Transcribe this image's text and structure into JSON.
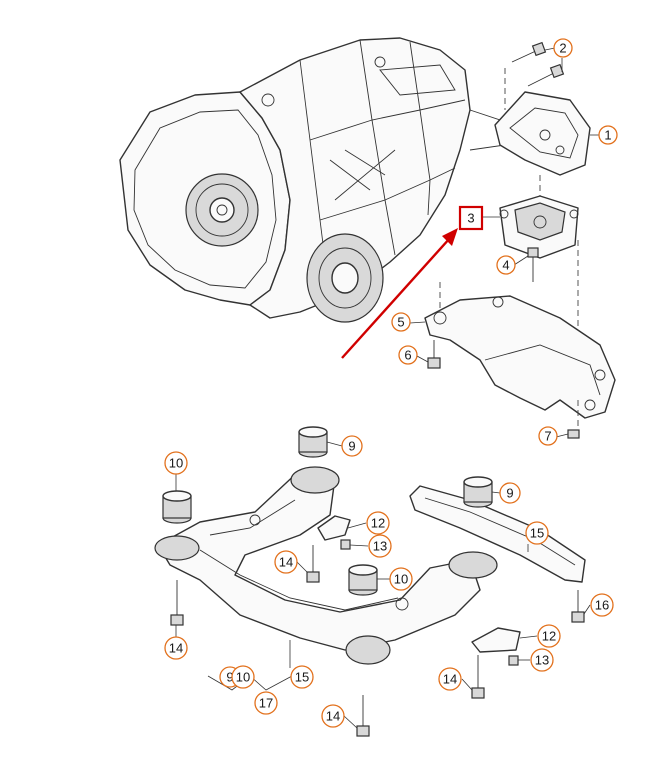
{
  "diagram": {
    "callouts": [
      {
        "id": "c1",
        "label": "1"
      },
      {
        "id": "c2",
        "label": "2"
      },
      {
        "id": "c3",
        "label": "3"
      },
      {
        "id": "c4",
        "label": "4"
      },
      {
        "id": "c5",
        "label": "5"
      },
      {
        "id": "c6",
        "label": "6"
      },
      {
        "id": "c7",
        "label": "7"
      },
      {
        "id": "c9a",
        "label": "9"
      },
      {
        "id": "c9b",
        "label": "9"
      },
      {
        "id": "c9c",
        "label": "9"
      },
      {
        "id": "c10a",
        "label": "10"
      },
      {
        "id": "c10b",
        "label": "10"
      },
      {
        "id": "c10c",
        "label": "10"
      },
      {
        "id": "c12a",
        "label": "12"
      },
      {
        "id": "c12b",
        "label": "12"
      },
      {
        "id": "c13a",
        "label": "13"
      },
      {
        "id": "c13b",
        "label": "13"
      },
      {
        "id": "c14a",
        "label": "14"
      },
      {
        "id": "c14b",
        "label": "14"
      },
      {
        "id": "c14c",
        "label": "14"
      },
      {
        "id": "c14d",
        "label": "14"
      },
      {
        "id": "c15a",
        "label": "15"
      },
      {
        "id": "c15b",
        "label": "15"
      },
      {
        "id": "c16",
        "label": "16"
      },
      {
        "id": "c17",
        "label": "17"
      }
    ],
    "highlight": {
      "label": "3"
    },
    "colors": {
      "callout_border": "#e2711d",
      "highlight": "#d00000"
    }
  }
}
